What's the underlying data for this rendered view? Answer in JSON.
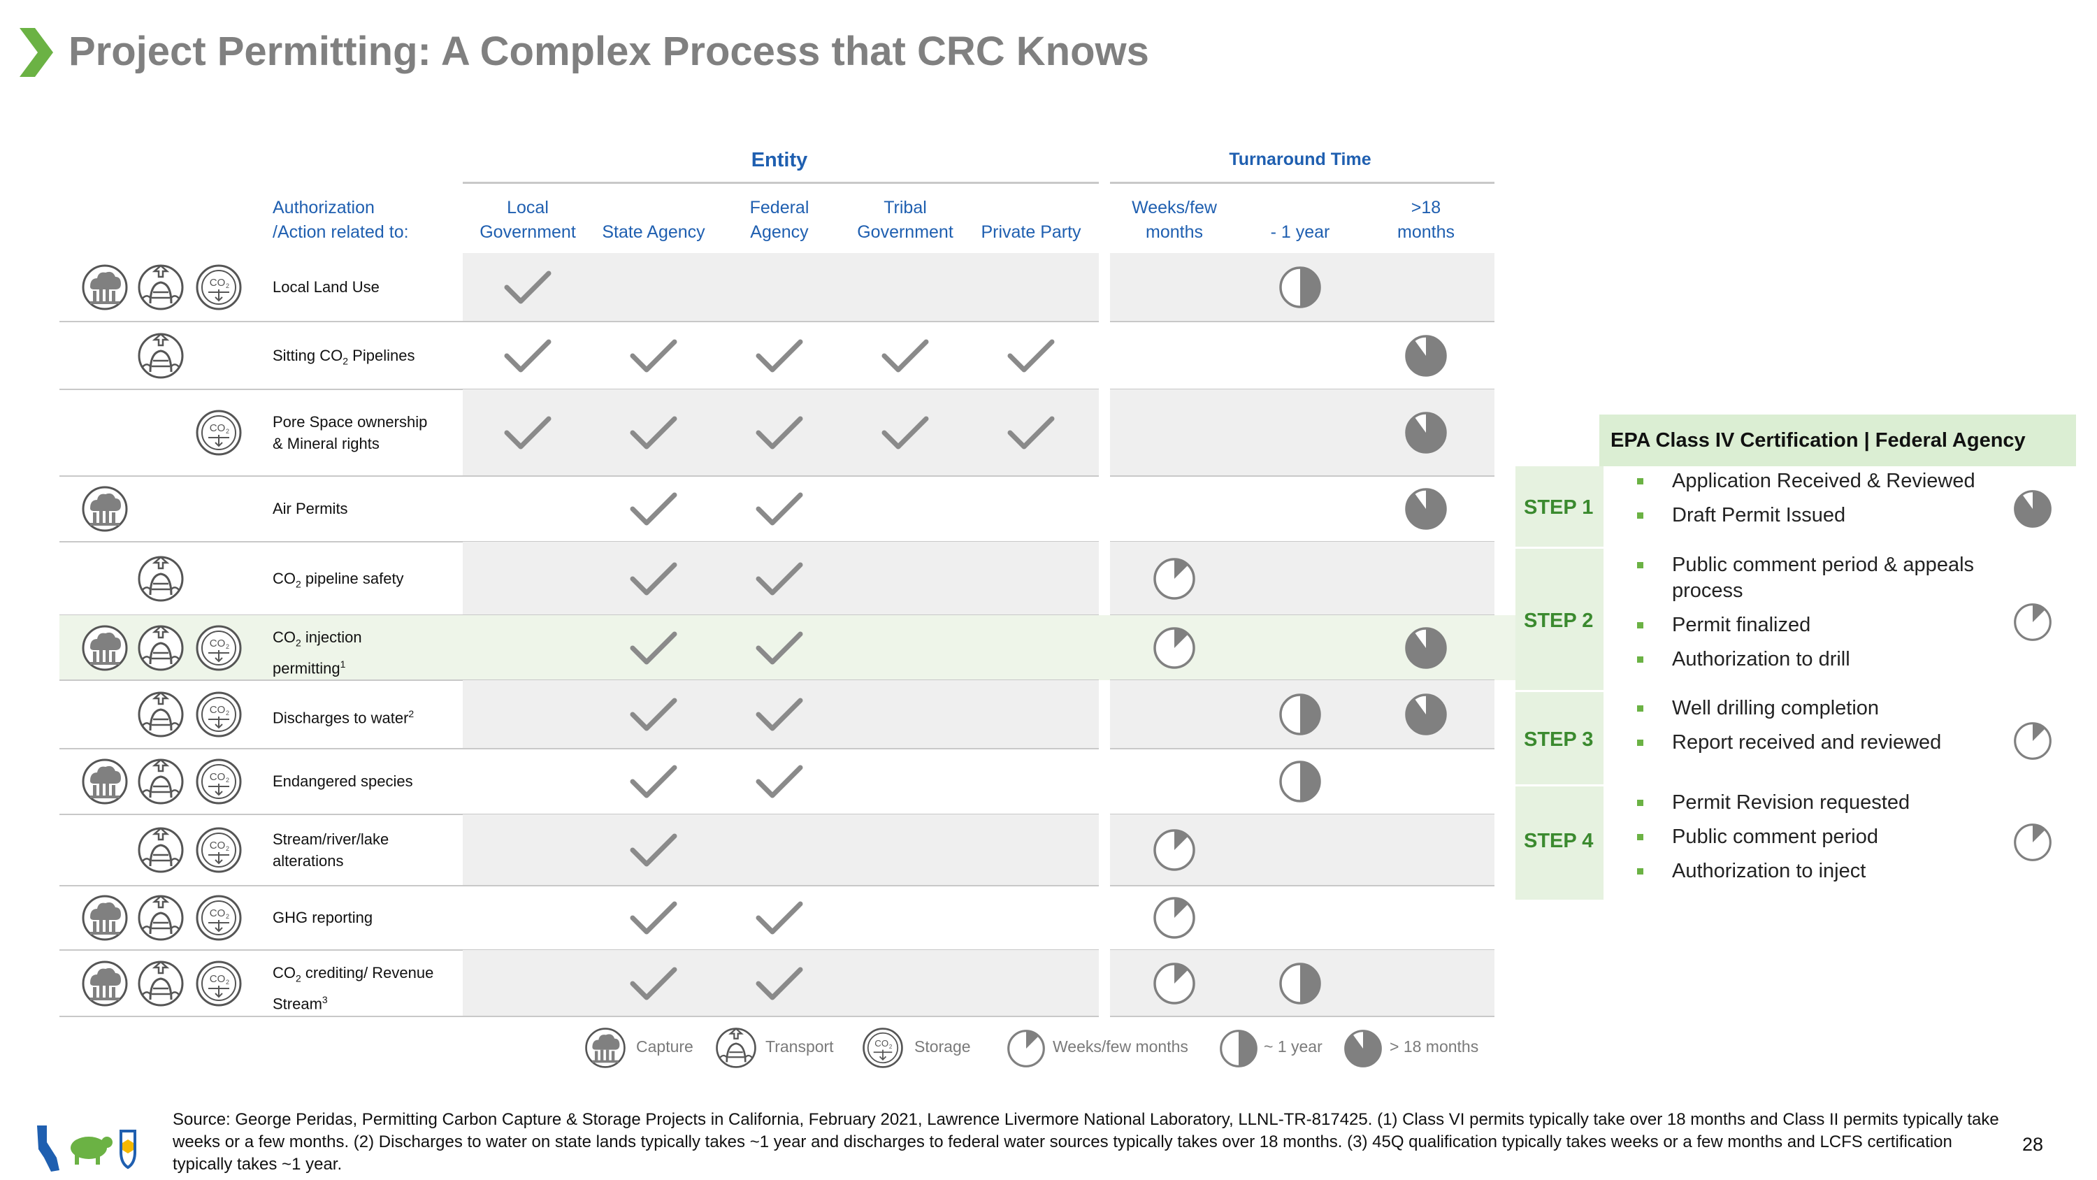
{
  "title": "Project Permitting: A Complex Process that CRC Knows",
  "table": {
    "entity_title": "Entity",
    "turnaround_title": "Turnaround Time",
    "auth_header": "Authorization\n/Action related to:",
    "entity_columns": [
      "Local\nGovernment",
      "State Agency",
      "Federal\nAgency",
      "Tribal\nGovernment",
      "Private Party"
    ],
    "time_columns": [
      "Weeks/few\nmonths",
      "- 1 year",
      ">18\nmonths"
    ],
    "rows": [
      {
        "label": "Local Land Use",
        "icons": [
          "capture",
          "transport",
          "storage"
        ],
        "checks": [
          true,
          false,
          false,
          false,
          false
        ],
        "times": [
          "",
          "one-year",
          ""
        ]
      },
      {
        "label_pre": "Sitting CO",
        "label_sub": "2",
        "label_post": " Pipelines",
        "icons": [
          "transport"
        ],
        "checks": [
          true,
          true,
          true,
          true,
          true
        ],
        "times": [
          "",
          "",
          "eighteen-months"
        ]
      },
      {
        "label": "Pore Space ownership\n& Mineral rights",
        "icons": [
          "storage"
        ],
        "checks": [
          true,
          true,
          true,
          true,
          true
        ],
        "times": [
          "",
          "",
          "eighteen-months"
        ]
      },
      {
        "label": "Air Permits",
        "icons": [
          "capture"
        ],
        "checks": [
          false,
          true,
          true,
          false,
          false
        ],
        "times": [
          "",
          "",
          "eighteen-months"
        ]
      },
      {
        "label_pre": "CO",
        "label_sub": "2",
        "label_post": " pipeline safety",
        "icons": [
          "transport"
        ],
        "checks": [
          false,
          true,
          true,
          false,
          false
        ],
        "times": [
          "weeks",
          "",
          ""
        ]
      },
      {
        "label_pre": "CO",
        "label_sub": "2",
        "label_post": " injection\npermitting",
        "label_sup": "1",
        "icons": [
          "capture",
          "transport",
          "storage"
        ],
        "checks": [
          false,
          true,
          true,
          false,
          false
        ],
        "times": [
          "weeks",
          "",
          "eighteen-months"
        ]
      },
      {
        "label_pre": "Discharges to water",
        "label_sup": "2",
        "icons": [
          "transport",
          "storage"
        ],
        "checks": [
          false,
          true,
          true,
          false,
          false
        ],
        "times": [
          "",
          "one-year",
          "eighteen-months"
        ]
      },
      {
        "label": "Endangered species",
        "icons": [
          "capture",
          "transport",
          "storage"
        ],
        "checks": [
          false,
          true,
          true,
          false,
          false
        ],
        "times": [
          "",
          "one-year",
          ""
        ]
      },
      {
        "label": "Stream/river/lake\nalterations",
        "icons": [
          "transport",
          "storage"
        ],
        "checks": [
          false,
          true,
          false,
          false,
          false
        ],
        "times": [
          "weeks",
          "",
          ""
        ]
      },
      {
        "label": "GHG reporting",
        "icons": [
          "capture",
          "transport",
          "storage"
        ],
        "checks": [
          false,
          true,
          true,
          false,
          false
        ],
        "times": [
          "weeks",
          "",
          ""
        ]
      },
      {
        "label_pre": "CO",
        "label_sub": "2",
        "label_post": " crediting/ Revenue\nStream",
        "label_sup": "3",
        "icons": [
          "capture",
          "transport",
          "storage"
        ],
        "checks": [
          false,
          true,
          true,
          false,
          false
        ],
        "times": [
          "weeks",
          "one-year",
          ""
        ]
      }
    ]
  },
  "epa": {
    "header": "EPA Class IV Certification  |  Federal Agency",
    "steps": [
      {
        "label": "STEP 1",
        "bullets": [
          "Application Received & Reviewed",
          "Draft Permit Issued"
        ],
        "time": "eighteen-months"
      },
      {
        "label": "STEP 2",
        "bullets": [
          "Public comment period & appeals\nprocess",
          "Permit finalized",
          "Authorization to drill"
        ],
        "time": "weeks"
      },
      {
        "label": "STEP 3",
        "bullets": [
          "Well drilling completion",
          "Report received and reviewed"
        ],
        "time": "weeks"
      },
      {
        "label": "STEP 4",
        "bullets": [
          "Permit Revision requested",
          "Public comment period",
          "Authorization to inject"
        ],
        "time": "weeks"
      }
    ]
  },
  "legend": {
    "capture": "Capture",
    "transport": "Transport",
    "storage": "Storage",
    "weeks": "Weeks/few months",
    "one_year": "~ 1 year",
    "eighteen": "> 18 months"
  },
  "icon_labels": {
    "storage": "CO2"
  },
  "footer": {
    "source": "Source: George Peridas, Permitting Carbon Capture & Storage Projects in California, February 2021, Lawrence Livermore National Laboratory, LLNL-TR-817425. (1) Class VI permits typically take over 18 months and Class II permits typically take weeks or a few months. (2) Discharges to water on state lands typically takes ~1 year and discharges to federal water sources typically takes over 18 months. (3) 45Q qualification typically takes weeks or a few months and LCFS certification typically takes ~1 year.",
    "page_number": "28"
  },
  "colors": {
    "accent_blue": "#1F5FB0",
    "accent_green": "#6BB244",
    "step_green": "#3B8A2F",
    "pie_gray": "#808080"
  }
}
